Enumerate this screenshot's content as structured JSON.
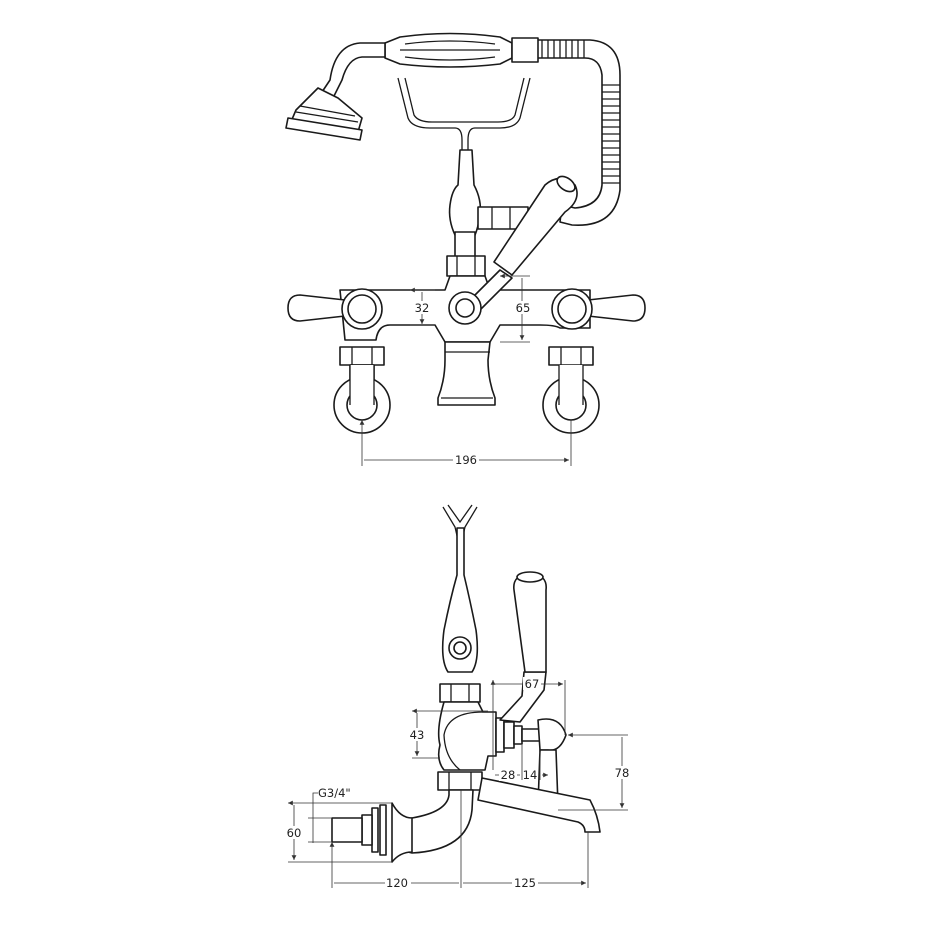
{
  "colors": {
    "line": "#1a1a1a",
    "background": "#ffffff"
  },
  "front_view": {
    "dimensions": {
      "riser_offset": "32",
      "lever_height": "65",
      "centres": "196"
    }
  },
  "side_view": {
    "dimensions": {
      "lever_reach": "67",
      "body_height": "43",
      "spindle_a": "28",
      "spindle_b": "14",
      "handle_height": "78",
      "thread": "G3/4\"",
      "inlet_height": "60",
      "wall_to_centre": "120",
      "spout_projection": "125"
    }
  }
}
